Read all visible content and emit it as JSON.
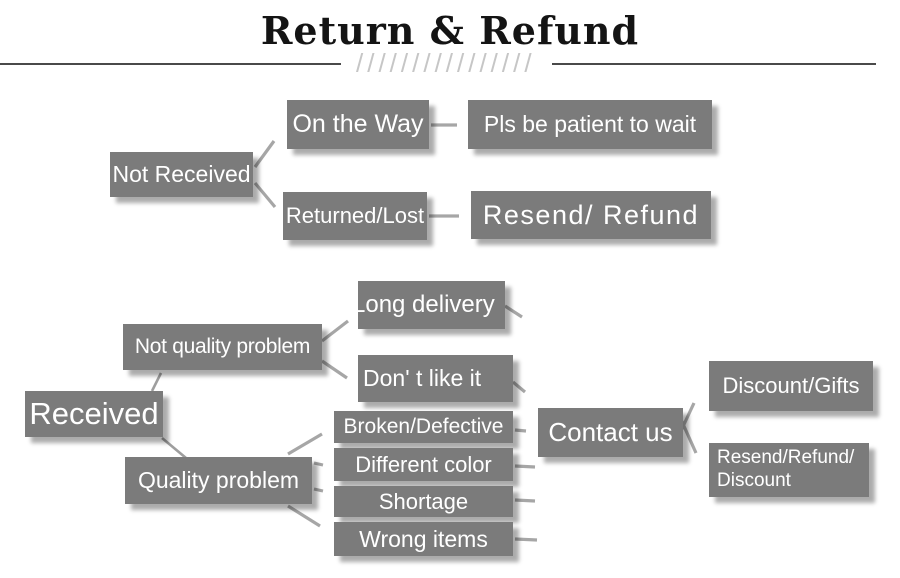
{
  "title": "Return & Refund",
  "decoration": {
    "hatch": "////////////////"
  },
  "colors": {
    "box": "#7b7b7b",
    "box_text": "#ffffff",
    "arrow": "#a6a6a6",
    "title_text": "#141414",
    "rule": "#4a4a4a",
    "hatch": "#c6c6c6",
    "background": "#ffffff"
  },
  "nodes": {
    "not_received": "Not Received",
    "on_the_way": "On the Way",
    "pls_be_patient": "Pls be patient to wait",
    "returned_lost": "Returned/Lost",
    "resend_refund": "Resend/ Refund",
    "received": "Received",
    "not_quality_problem": "Not quality problem",
    "long_delivery": "Long delivery",
    "dont_like_it": "Don' t like it",
    "quality_problem": "Quality problem",
    "broken_defective": "Broken/Defective",
    "different_color": "Different color",
    "shortage": "Shortage",
    "wrong_items": "Wrong items",
    "contact_us": "Contact us",
    "discount_gifts": "Discount/Gifts",
    "resend_refund_discount": {
      "line1": "Resend/Refund/",
      "line2": "Discount"
    }
  },
  "edges": [
    {
      "from": "not_received",
      "to": "on_the_way"
    },
    {
      "from": "not_received",
      "to": "returned_lost"
    },
    {
      "from": "on_the_way",
      "to": "pls_be_patient"
    },
    {
      "from": "returned_lost",
      "to": "resend_refund"
    },
    {
      "from": "received",
      "to": "not_quality_problem"
    },
    {
      "from": "received",
      "to": "quality_problem"
    },
    {
      "from": "not_quality_problem",
      "to": "long_delivery"
    },
    {
      "from": "not_quality_problem",
      "to": "dont_like_it"
    },
    {
      "from": "long_delivery",
      "to": "contact_us"
    },
    {
      "from": "dont_like_it",
      "to": "contact_us"
    },
    {
      "from": "quality_problem",
      "to": "broken_defective"
    },
    {
      "from": "quality_problem",
      "to": "different_color"
    },
    {
      "from": "quality_problem",
      "to": "shortage"
    },
    {
      "from": "quality_problem",
      "to": "wrong_items"
    },
    {
      "from": "broken_defective",
      "to": "contact_us"
    },
    {
      "from": "different_color",
      "to": "contact_us"
    },
    {
      "from": "shortage",
      "to": "contact_us"
    },
    {
      "from": "wrong_items",
      "to": "contact_us"
    },
    {
      "from": "contact_us",
      "to": "discount_gifts"
    },
    {
      "from": "contact_us",
      "to": "resend_refund_discount"
    }
  ]
}
